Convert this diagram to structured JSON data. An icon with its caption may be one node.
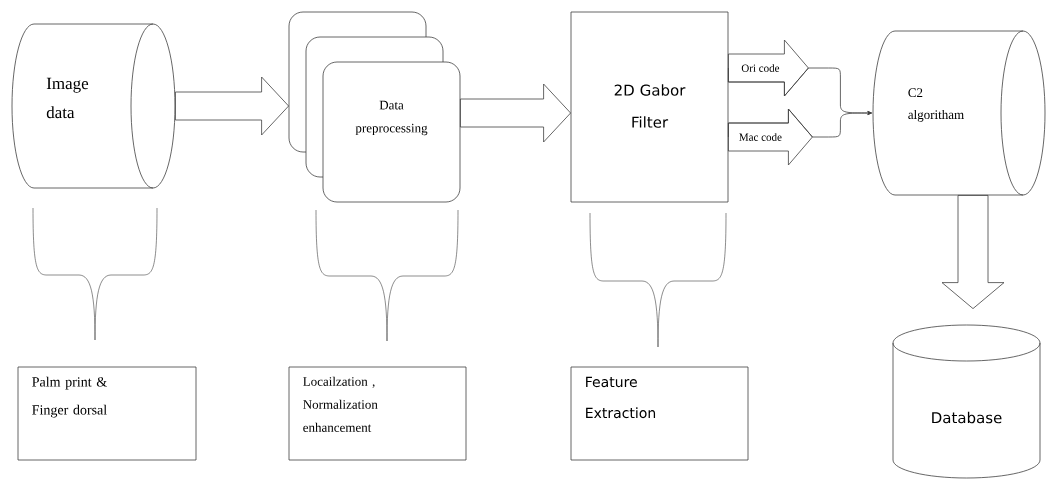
{
  "diagram": {
    "nodes": [
      {
        "text": [
          "Image data"
        ]
      },
      {
        "text": [
          "Data preprocessing"
        ]
      },
      {
        "text": [
          "2D Gabor Filter"
        ]
      },
      {
        "text": [
          "C2 algoritham"
        ]
      },
      {
        "text": [
          "Database"
        ]
      },
      {
        "text": [
          "Palm print & Finger dorsal"
        ]
      },
      {
        "text": [
          "Locailzation , Normalization enhancement"
        ]
      },
      {
        "text": [
          "Feature Extraction"
        ]
      }
    ],
    "edges": [
      {
        "from": 0,
        "to": 1,
        "arrow": "to"
      },
      {
        "from": 1,
        "to": 2,
        "arrow": "to"
      },
      {
        "from": 2,
        "to": 3,
        "arrow": "to",
        "label": "Ori code"
      },
      {
        "from": 2,
        "to": 3,
        "arrow": "to",
        "label": "Mac code"
      },
      {
        "from": 3,
        "to": 4,
        "arrow": "to"
      }
    ]
  }
}
